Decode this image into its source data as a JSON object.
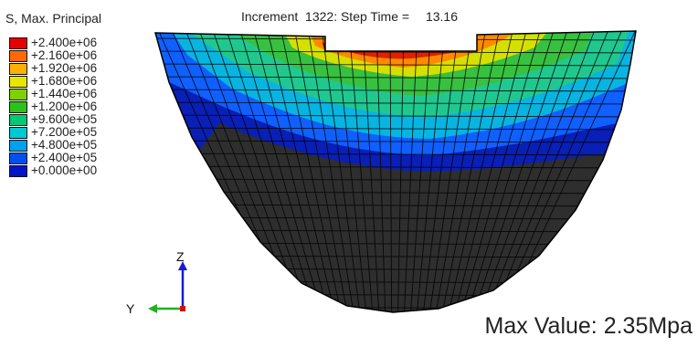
{
  "legend": {
    "title": "S, Max. Principal",
    "entries": [
      {
        "label": "+2.400e+06",
        "color": "#e60000"
      },
      {
        "label": "+2.160e+06",
        "color": "#ff6a00"
      },
      {
        "label": "+1.920e+06",
        "color": "#ffb000"
      },
      {
        "label": "+1.680e+06",
        "color": "#e6e600"
      },
      {
        "label": "+1.440e+06",
        "color": "#7fd000"
      },
      {
        "label": "+1.200e+06",
        "color": "#2cc21c"
      },
      {
        "label": "+9.600e+05",
        "color": "#00c878"
      },
      {
        "label": "+7.200e+05",
        "color": "#00c8d2"
      },
      {
        "label": "+4.800e+05",
        "color": "#00a0f0"
      },
      {
        "label": "+2.400e+05",
        "color": "#0050f0"
      },
      {
        "label": "+0.000e+00",
        "color": "#0014c8"
      }
    ]
  },
  "header": {
    "increment_label": "Increment",
    "increment_value": "1322",
    "step_time_label": "Step Time =",
    "step_time_value": "13.16"
  },
  "triad": {
    "z_label": "Z",
    "y_label": "Y"
  },
  "max_value_text": "Max Value: 2.35Mpa",
  "colors": {
    "mesh_dark": "#2e2e2e",
    "mesh_line": "#000000",
    "band_deep_blue": "#0a1fb5",
    "band_blue": "#1060ff",
    "band_cyan": "#08b4e0",
    "band_teal": "#20c890",
    "band_green": "#38c040",
    "band_yellow": "#d6e000",
    "band_orange": "#ff8a00",
    "band_red": "#e02000"
  }
}
